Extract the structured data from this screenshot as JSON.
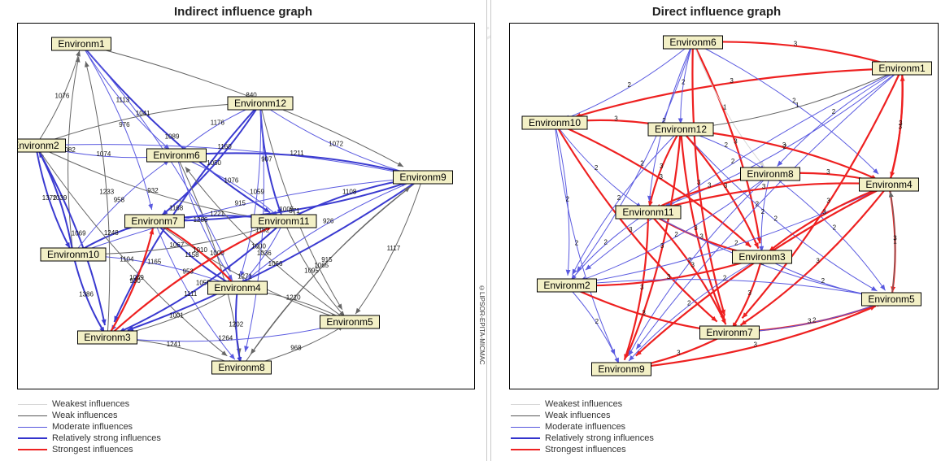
{
  "watermark": "پرتال جامع علوم انسانی",
  "copyright": "©LIPSOR-EPITA-MICMAC",
  "legend": [
    {
      "label": "Weakest influences",
      "color": "#d8d8d8",
      "width": 1
    },
    {
      "label": "Weak influences",
      "color": "#555555",
      "width": 1
    },
    {
      "label": "Moderate influences",
      "color": "#5555dd",
      "width": 1
    },
    {
      "label": "Relatively strong influences",
      "color": "#3333cc",
      "width": 2
    },
    {
      "label": "Strongest influences",
      "color": "#ee2222",
      "width": 2
    }
  ],
  "graphs": [
    {
      "id": "indirect",
      "title": "Indirect influence graph",
      "nodes": [
        {
          "id": "Environm1",
          "label": "Environm1"
        },
        {
          "id": "Environm2",
          "label": "Environm2"
        },
        {
          "id": "Environm3",
          "label": "Environm3"
        },
        {
          "id": "Environm4",
          "label": "Environm4"
        },
        {
          "id": "Environm5",
          "label": "Environm5"
        },
        {
          "id": "Environm6",
          "label": "Environm6"
        },
        {
          "id": "Environm7",
          "label": "Environm7"
        },
        {
          "id": "Environm8",
          "label": "Environm8"
        },
        {
          "id": "Environm9",
          "label": "Environm9"
        },
        {
          "id": "Environm10",
          "label": "Environm10"
        },
        {
          "id": "Environm11",
          "label": "Environm11"
        },
        {
          "id": "Environm12",
          "label": "Environm12"
        }
      ],
      "edges": [
        {
          "from": "Environm1",
          "to": "Environm9",
          "label": "840",
          "level": "weak"
        },
        {
          "from": "Environm2",
          "to": "Environm1",
          "label": "1076",
          "level": "weak"
        },
        {
          "from": "Environm1",
          "to": "Environm7",
          "label": "976",
          "level": "moderate"
        },
        {
          "from": "Environm1",
          "to": "Environm11",
          "label": "1089",
          "level": "strong"
        },
        {
          "from": "Environm1",
          "to": "Environm4",
          "label": "1005",
          "level": "moderate"
        },
        {
          "from": "Environm1",
          "to": "Environm6",
          "label": "1113",
          "level": "moderate"
        },
        {
          "from": "Environm10",
          "to": "Environm1",
          "label": "1082",
          "level": "weak"
        },
        {
          "from": "Environm12",
          "to": "Environm9",
          "label": "1072",
          "level": "moderate"
        },
        {
          "from": "Environm2",
          "to": "Environm9",
          "label": "1160",
          "level": "moderate"
        },
        {
          "from": "Environm12",
          "to": "Environm11",
          "label": "907",
          "level": "strong"
        },
        {
          "from": "Environm6",
          "to": "Environm9",
          "label": "1211",
          "level": "strong"
        },
        {
          "from": "Environm12",
          "to": "Environm5",
          "label": "871",
          "level": "weak"
        },
        {
          "from": "Environm2",
          "to": "Environm12",
          "label": "1041",
          "level": "weak"
        },
        {
          "from": "Environm2",
          "to": "Environm6",
          "label": "1074",
          "level": "moderate"
        },
        {
          "from": "Environm12",
          "to": "Environm7",
          "label": "1050",
          "level": "strong"
        },
        {
          "from": "Environm12",
          "to": "Environm6",
          "label": "1176",
          "level": "moderate"
        },
        {
          "from": "Environm12",
          "to": "Environm4",
          "label": "1059",
          "level": "moderate"
        },
        {
          "from": "Environm12",
          "to": "Environm3",
          "label": "1168",
          "level": "strong"
        },
        {
          "from": "Environm12",
          "to": "Environm8",
          "label": "1182",
          "level": "moderate"
        },
        {
          "from": "Environm2",
          "to": "Environm11",
          "label": "932",
          "level": "weak"
        },
        {
          "from": "Environm2",
          "to": "Environm3",
          "label": "1069",
          "level": "strong"
        },
        {
          "from": "Environm2",
          "to": "Environm10",
          "label": "1372",
          "level": "strong"
        },
        {
          "from": "Environm6",
          "to": "Environm11",
          "label": "1076",
          "level": "moderate"
        },
        {
          "from": "Environm6",
          "to": "Environm4",
          "label": "1286",
          "level": "moderate"
        },
        {
          "from": "Environm6",
          "to": "Environm8",
          "label": "1000",
          "level": "weak"
        },
        {
          "from": "Environm7",
          "to": "Environm9",
          "label": "1005",
          "level": "strong"
        },
        {
          "from": "Environm11",
          "to": "Environm9",
          "label": "1108",
          "level": "strong"
        },
        {
          "from": "Environm7",
          "to": "Environm5",
          "label": "1271",
          "level": "weak"
        },
        {
          "from": "Environm10",
          "to": "Environm9",
          "label": "915",
          "level": "moderate"
        },
        {
          "from": "Environm10",
          "to": "Environm2",
          "label": "1039",
          "level": "strong"
        },
        {
          "from": "Environm10",
          "to": "Environm6",
          "label": "958",
          "level": "moderate"
        },
        {
          "from": "Environm10",
          "to": "Environm11",
          "label": "1067",
          "level": "weak"
        },
        {
          "from": "Environm10",
          "to": "Environm7",
          "label": "1248",
          "level": "strong"
        },
        {
          "from": "Environm10",
          "to": "Environm3",
          "label": "1386",
          "level": "strong"
        },
        {
          "from": "Environm10",
          "to": "Environm4",
          "label": "1165",
          "level": "moderate"
        },
        {
          "from": "Environm2",
          "to": "Environm8",
          "label": "1104",
          "level": "weak"
        },
        {
          "from": "Environm7",
          "to": "Environm11",
          "label": "1221",
          "level": "strong"
        },
        {
          "from": "Environm7",
          "to": "Environm4",
          "label": "1158",
          "level": "strong"
        },
        {
          "from": "Environm7",
          "to": "Environm3",
          "label": "1069",
          "level": "moderate"
        },
        {
          "from": "Environm7",
          "to": "Environm8",
          "label": "1111",
          "level": "moderate"
        },
        {
          "from": "Environm11",
          "to": "Environm4",
          "label": "1036",
          "level": "moderate"
        },
        {
          "from": "Environm11",
          "to": "Environm5",
          "label": "1095",
          "level": "weak"
        },
        {
          "from": "Environm9",
          "to": "Environm5",
          "label": "1117",
          "level": "weak"
        },
        {
          "from": "Environm9",
          "to": "Environm8",
          "label": "915",
          "level": "weak"
        },
        {
          "from": "Environm9",
          "to": "Environm3",
          "label": "1066",
          "level": "strong"
        },
        {
          "from": "Environm9",
          "to": "Environm4",
          "label": "926",
          "level": "moderate"
        },
        {
          "from": "Environm11",
          "to": "Environm3",
          "label": "1055",
          "level": "strong"
        },
        {
          "from": "Environm4",
          "to": "Environm7",
          "label": "1010",
          "level": "strongest"
        },
        {
          "from": "Environm4",
          "to": "Environm5",
          "label": "1210",
          "level": "weak"
        },
        {
          "from": "Environm4",
          "to": "Environm8",
          "label": "1202",
          "level": "strong"
        },
        {
          "from": "Environm4",
          "to": "Environm3",
          "label": "1001",
          "level": "weak"
        },
        {
          "from": "Environm3",
          "to": "Environm5",
          "label": "1264",
          "level": "moderate"
        },
        {
          "from": "Environm3",
          "to": "Environm8",
          "label": "1241",
          "level": "weak"
        },
        {
          "from": "Environm3",
          "to": "Environm1",
          "label": "1233",
          "level": "weak"
        },
        {
          "from": "Environm3",
          "to": "Environm11",
          "label": "953",
          "level": "strongest"
        },
        {
          "from": "Environm8",
          "to": "Environm5",
          "label": "968",
          "level": "weak"
        },
        {
          "from": "Environm8",
          "to": "Environm9",
          "label": "1065",
          "level": "weak"
        },
        {
          "from": "Environm3",
          "to": "Environm7",
          "label": "930",
          "level": "strongest"
        },
        {
          "from": "Environm5",
          "to": "Environm6",
          "label": "1000",
          "level": "weak"
        }
      ]
    },
    {
      "id": "direct",
      "title": "Direct influence graph",
      "nodes": [
        {
          "id": "Environm1",
          "label": "Environm1"
        },
        {
          "id": "Environm2",
          "label": "Environm2"
        },
        {
          "id": "Environm3",
          "label": "Environm3"
        },
        {
          "id": "Environm4",
          "label": "Environm4"
        },
        {
          "id": "Environm5",
          "label": "Environm5"
        },
        {
          "id": "Environm6",
          "label": "Environm6"
        },
        {
          "id": "Environm7",
          "label": "Environm7"
        },
        {
          "id": "Environm8",
          "label": "Environm8"
        },
        {
          "id": "Environm9",
          "label": "Environm9"
        },
        {
          "id": "Environm10",
          "label": "Environm10"
        },
        {
          "id": "Environm11",
          "label": "Environm11"
        },
        {
          "id": "Environm12",
          "label": "Environm12"
        }
      ],
      "edges": [
        {
          "from": "Environm6",
          "to": "Environm1",
          "label": "3",
          "level": "strongest"
        },
        {
          "from": "Environm1",
          "to": "Environm10",
          "label": "3",
          "level": "strongest"
        },
        {
          "from": "Environm1",
          "to": "Environm4",
          "label": "3",
          "level": "strongest"
        },
        {
          "from": "Environm4",
          "to": "Environm1",
          "label": "3",
          "level": "strongest"
        },
        {
          "from": "Environm6",
          "to": "Environm10",
          "label": "2",
          "level": "moderate"
        },
        {
          "from": "Environm6",
          "to": "Environm12",
          "label": "2",
          "level": "moderate"
        },
        {
          "from": "Environm6",
          "to": "Environm3",
          "label": "3",
          "level": "strongest"
        },
        {
          "from": "Environm6",
          "to": "Environm7",
          "label": "3",
          "level": "strongest"
        },
        {
          "from": "Environm6",
          "to": "Environm4",
          "label": "2",
          "level": "moderate"
        },
        {
          "from": "Environm6",
          "to": "Environm11",
          "label": "2",
          "level": "moderate"
        },
        {
          "from": "Environm6",
          "to": "Environm2",
          "label": "2",
          "level": "moderate"
        },
        {
          "from": "Environm6",
          "to": "Environm8",
          "label": "1",
          "level": "weakest"
        },
        {
          "from": "Environm1",
          "to": "Environm12",
          "label": "1",
          "level": "weak"
        },
        {
          "from": "Environm1",
          "to": "Environm8",
          "label": "2",
          "level": "moderate"
        },
        {
          "from": "Environm1",
          "to": "Environm11",
          "label": "2",
          "level": "moderate"
        },
        {
          "from": "Environm1",
          "to": "Environm2",
          "label": "2",
          "level": "moderate"
        },
        {
          "from": "Environm1",
          "to": "Environm7",
          "label": "3",
          "level": "strongest"
        },
        {
          "from": "Environm1",
          "to": "Environm9",
          "label": "2",
          "level": "moderate"
        },
        {
          "from": "Environm10",
          "to": "Environm12",
          "label": "3",
          "level": "strongest"
        },
        {
          "from": "Environm10",
          "to": "Environm11",
          "label": "2",
          "level": "moderate"
        },
        {
          "from": "Environm10",
          "to": "Environm2",
          "label": "2",
          "level": "moderate"
        },
        {
          "from": "Environm10",
          "to": "Environm7",
          "label": "3",
          "level": "strongest"
        },
        {
          "from": "Environm10",
          "to": "Environm3",
          "label": "3",
          "level": "strongest"
        },
        {
          "from": "Environm10",
          "to": "Environm9",
          "label": "2",
          "level": "moderate"
        },
        {
          "from": "Environm12",
          "to": "Environm4",
          "label": "3",
          "level": "strongest"
        },
        {
          "from": "Environm12",
          "to": "Environm11",
          "label": "3",
          "level": "strongest"
        },
        {
          "from": "Environm12",
          "to": "Environm9",
          "label": "3",
          "level": "strongest"
        },
        {
          "from": "Environm12",
          "to": "Environm5",
          "label": "2",
          "level": "moderate"
        },
        {
          "from": "Environm12",
          "to": "Environm3",
          "label": "3",
          "level": "strongest"
        },
        {
          "from": "Environm12",
          "to": "Environm7",
          "label": "3",
          "level": "strongest"
        },
        {
          "from": "Environm12",
          "to": "Environm8",
          "label": "2",
          "level": "moderate"
        },
        {
          "from": "Environm12",
          "to": "Environm2",
          "label": "2",
          "level": "moderate"
        },
        {
          "from": "Environm8",
          "to": "Environm4",
          "label": "3",
          "level": "strongest"
        },
        {
          "from": "Environm8",
          "to": "Environm11",
          "label": "3",
          "level": "strongest"
        },
        {
          "from": "Environm8",
          "to": "Environm5",
          "label": "2",
          "level": "moderate"
        },
        {
          "from": "Environm8",
          "to": "Environm3",
          "label": "2",
          "level": "moderate"
        },
        {
          "from": "Environm8",
          "to": "Environm2",
          "label": "2",
          "level": "moderate"
        },
        {
          "from": "Environm8",
          "to": "Environm9",
          "label": "2",
          "level": "moderate"
        },
        {
          "from": "Environm11",
          "to": "Environm4",
          "label": "3",
          "level": "strongest"
        },
        {
          "from": "Environm11",
          "to": "Environm3",
          "label": "3",
          "level": "strongest"
        },
        {
          "from": "Environm11",
          "to": "Environm7",
          "label": "3",
          "level": "strongest"
        },
        {
          "from": "Environm11",
          "to": "Environm2",
          "label": "2",
          "level": "moderate"
        },
        {
          "from": "Environm11",
          "to": "Environm9",
          "label": "3",
          "level": "strongest"
        },
        {
          "from": "Environm11",
          "to": "Environm5",
          "label": "2",
          "level": "moderate"
        },
        {
          "from": "Environm4",
          "to": "Environm5",
          "label": "3",
          "level": "strongest"
        },
        {
          "from": "Environm5",
          "to": "Environm4",
          "label": "1",
          "level": "weak"
        },
        {
          "from": "Environm4",
          "to": "Environm2",
          "label": "2",
          "level": "moderate"
        },
        {
          "from": "Environm4",
          "to": "Environm3",
          "label": "3",
          "level": "strongest"
        },
        {
          "from": "Environm4",
          "to": "Environm7",
          "label": "3",
          "level": "strongest"
        },
        {
          "from": "Environm4",
          "to": "Environm9",
          "label": "3",
          "level": "strongest"
        },
        {
          "from": "Environm3",
          "to": "Environm2",
          "label": "3",
          "level": "strongest"
        },
        {
          "from": "Environm3",
          "to": "Environm5",
          "label": "2",
          "level": "moderate"
        },
        {
          "from": "Environm3",
          "to": "Environm7",
          "label": "3",
          "level": "strongest"
        },
        {
          "from": "Environm3",
          "to": "Environm9",
          "label": "2",
          "level": "moderate"
        },
        {
          "from": "Environm2",
          "to": "Environm5",
          "label": "2",
          "level": "moderate"
        },
        {
          "from": "Environm2",
          "to": "Environm7",
          "label": "3",
          "level": "strongest"
        },
        {
          "from": "Environm2",
          "to": "Environm9",
          "label": "2",
          "level": "moderate"
        },
        {
          "from": "Environm7",
          "to": "Environm5",
          "label": "3",
          "level": "strongest"
        },
        {
          "from": "Environm7",
          "to": "Environm9",
          "label": "3",
          "level": "strongest"
        },
        {
          "from": "Environm9",
          "to": "Environm5",
          "label": "3",
          "level": "strongest"
        },
        {
          "from": "Environm5",
          "to": "Environm7",
          "label": "2",
          "level": "moderate"
        }
      ]
    }
  ]
}
